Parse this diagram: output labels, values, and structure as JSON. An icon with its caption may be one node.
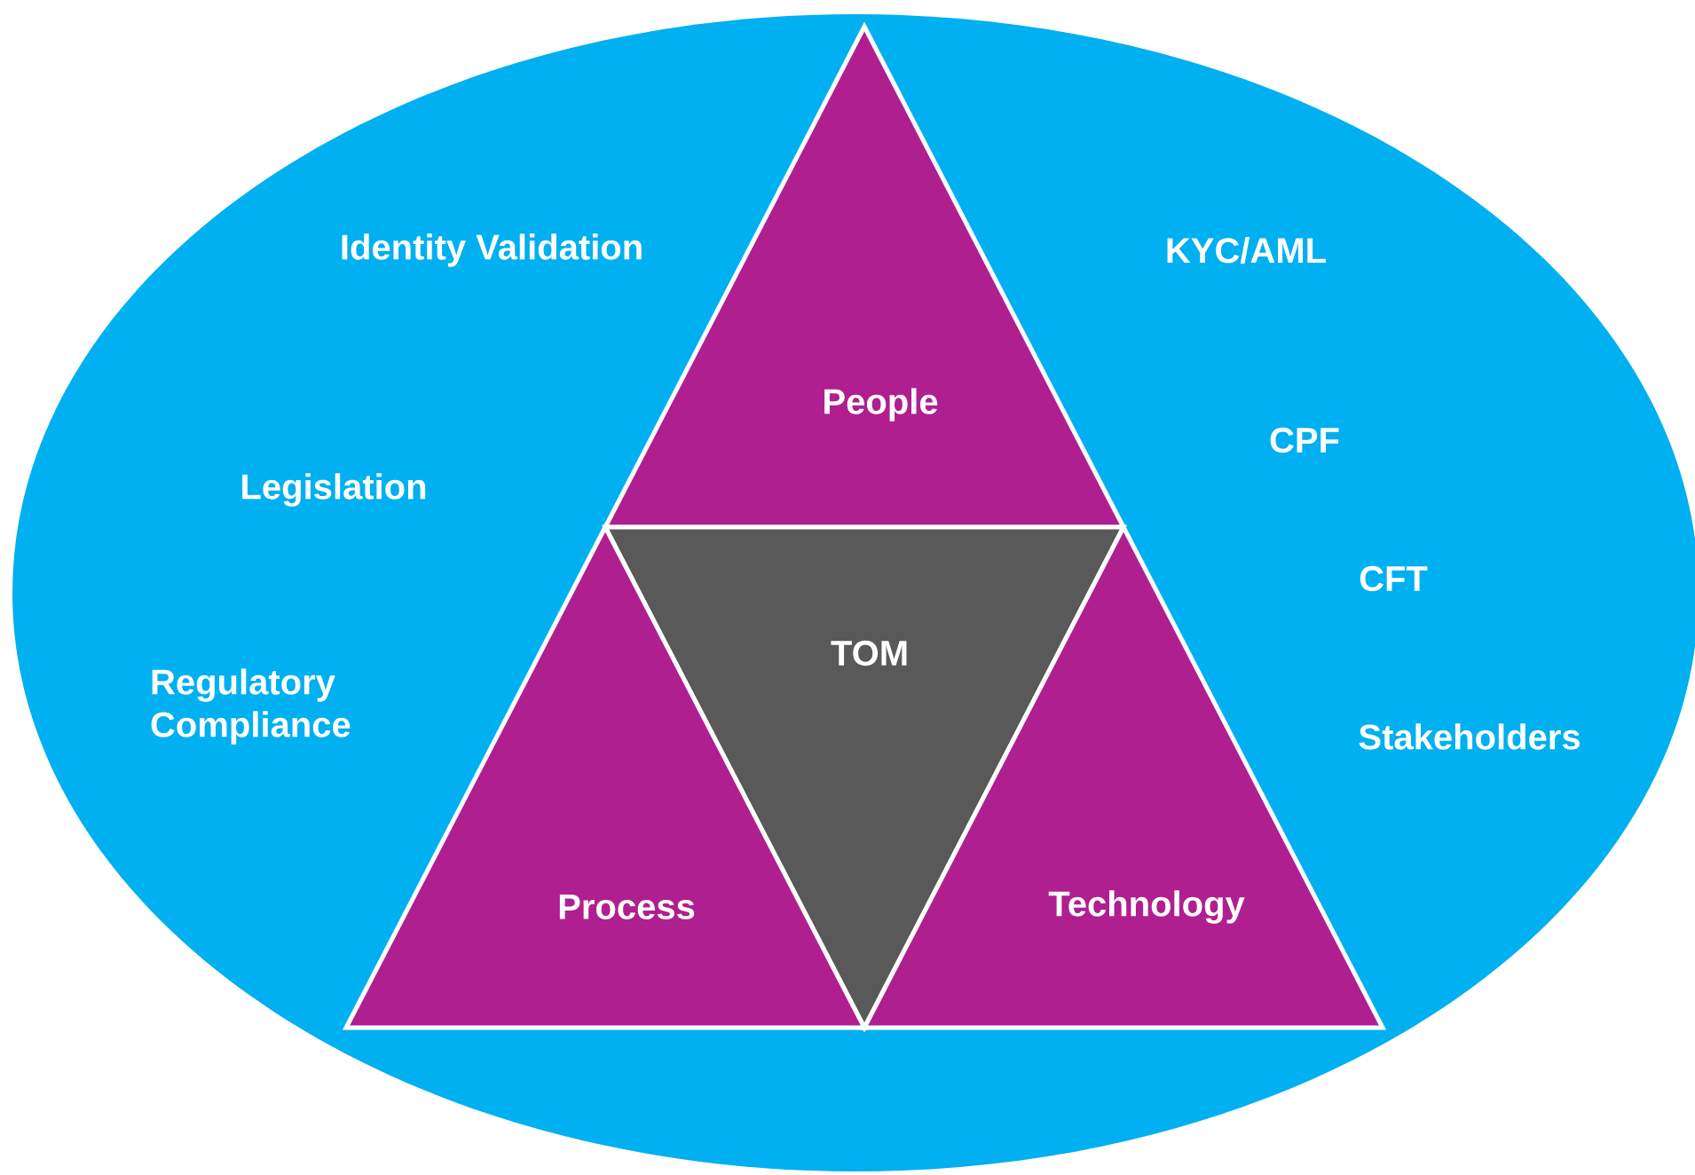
{
  "diagram": {
    "nodes": [
      {
        "text": [
          "Identity Validation",
          "Legislation",
          "Regulatory Compliance",
          "KYC/AML",
          "CPF",
          "CFT",
          "Stakeholders"
        ]
      },
      {
        "text": [
          "People"
        ],
        "in": 0
      },
      {
        "text": [
          "TOM"
        ],
        "in": 0
      },
      {
        "text": [
          "Process"
        ],
        "in": 0
      },
      {
        "text": [
          "Technology"
        ],
        "in": 0
      }
    ]
  }
}
